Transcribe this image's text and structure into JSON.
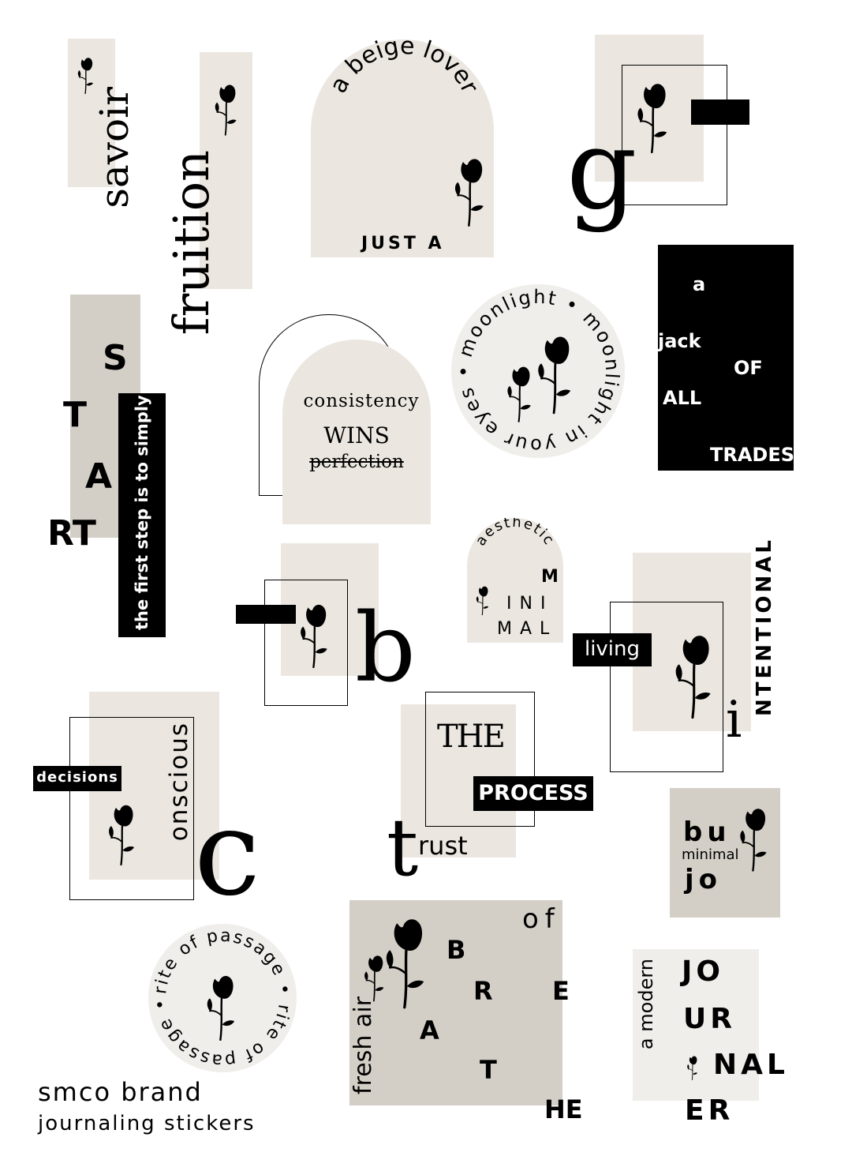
{
  "colors": {
    "beige": "#ebe7e0",
    "taupe": "#d3cfc7",
    "light": "#efeeea",
    "ink": "#000000",
    "paper": "#ffffff"
  },
  "icons": [
    "flower-icon"
  ],
  "stickers": {
    "savoir": "savoir",
    "fruition": "fruition",
    "beige_lover": {
      "arc": "a beige lover",
      "bottom": "JUST A"
    },
    "g_letter": "g",
    "jack": {
      "l1": "a",
      "l2": "jack",
      "l3": "OF",
      "l4": "ALL",
      "l5": "TRADES"
    },
    "start": {
      "s": "S",
      "t": "T",
      "a": "A",
      "rt": "RT",
      "strip": "the first step is to simply"
    },
    "consistency": {
      "l1": "consistency",
      "l2": "WINS",
      "l3": "perfection"
    },
    "moonlight": {
      "ring": "moonlight • moonlight in your eyes •"
    },
    "b_letter": "b",
    "minimal": {
      "arc": "aesthetic",
      "l1": "M",
      "l2": "INI",
      "l3": "MAL"
    },
    "intentional": {
      "living": "living",
      "word": "NTENTIONAL",
      "i": "i"
    },
    "conscious": {
      "decisions": "decisions",
      "word": "onscious",
      "c": "c"
    },
    "process": {
      "the": "THE",
      "process": "PROCESS",
      "t": "t",
      "rust": "rust"
    },
    "bujo": {
      "bu": "bu",
      "minimal": "minimal",
      "jo": "jo"
    },
    "rite": {
      "ring": "rite of passage • rite of passage •"
    },
    "breathe": {
      "of": "of",
      "b": "B",
      "r": "R",
      "e": "E",
      "a": "A",
      "t": "T",
      "he": "HE",
      "side": "fresh air"
    },
    "journal": {
      "side": "a modern",
      "jo": "JO",
      "ur": "UR",
      "nal": "NAL",
      "er": "ER"
    }
  },
  "brand": {
    "name": "smco brand",
    "tagline": "journaling stickers"
  }
}
